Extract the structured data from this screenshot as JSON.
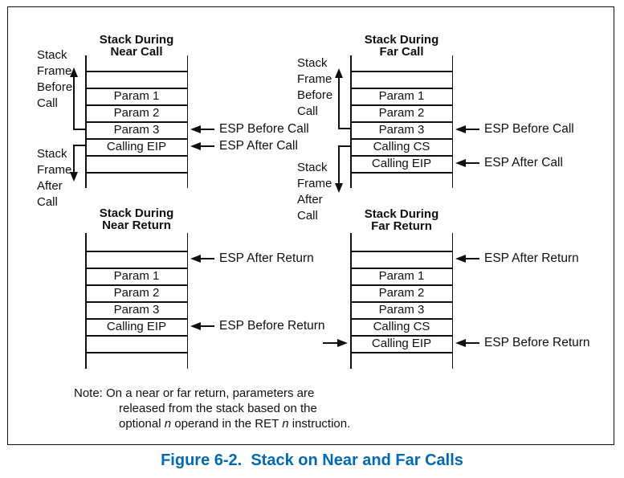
{
  "figure": {
    "caption": "Figure 6-2.  Stack on Near and Far Calls",
    "accent_color": "#0069b4",
    "note_line1": "Note: On a near or far return, parameters are",
    "note_line2": "released from the stack based on the",
    "note_line3a": "optional ",
    "note_line3b": "n",
    "note_line3c": " operand in the RET ",
    "note_line3d": "n",
    "note_line3e": " instruction."
  },
  "stacks": [
    {
      "title1": "Stack During",
      "title2": "Near Call",
      "rows": [
        "",
        "Param 1",
        "Param 2",
        "Param 3",
        "Calling EIP",
        ""
      ],
      "pointers": [
        {
          "label": "ESP Before Call"
        },
        {
          "label": "ESP After Call"
        }
      ],
      "frame_before": [
        "Stack",
        "Frame",
        "Before",
        "Call"
      ],
      "frame_after": [
        "Stack",
        "Frame",
        "After",
        "Call"
      ]
    },
    {
      "title1": "Stack During",
      "title2": "Far Call",
      "rows": [
        "",
        "Param 1",
        "Param 2",
        "Param 3",
        "Calling CS",
        "Calling EIP"
      ],
      "pointers": [
        {
          "label": "ESP Before Call"
        },
        {
          "label": "ESP After Call"
        }
      ],
      "frame_before": [
        "Stack",
        "Frame",
        "Before",
        "Call"
      ],
      "frame_after": [
        "Stack",
        "Frame",
        "After",
        "Call"
      ]
    },
    {
      "title1": "Stack During",
      "title2": "Near Return",
      "rows": [
        "",
        "Param 1",
        "Param 2",
        "Param 3",
        "Calling EIP",
        ""
      ],
      "pointers": [
        {
          "label": "ESP After Return"
        },
        {
          "label": "ESP Before Return"
        }
      ]
    },
    {
      "title1": "Stack During",
      "title2": "Far Return",
      "rows": [
        "",
        "Param 1",
        "Param 2",
        "Param 3",
        "Calling CS",
        "Calling EIP"
      ],
      "pointers": [
        {
          "label": "ESP After Return"
        },
        {
          "label": "ESP Before Return"
        }
      ]
    }
  ]
}
